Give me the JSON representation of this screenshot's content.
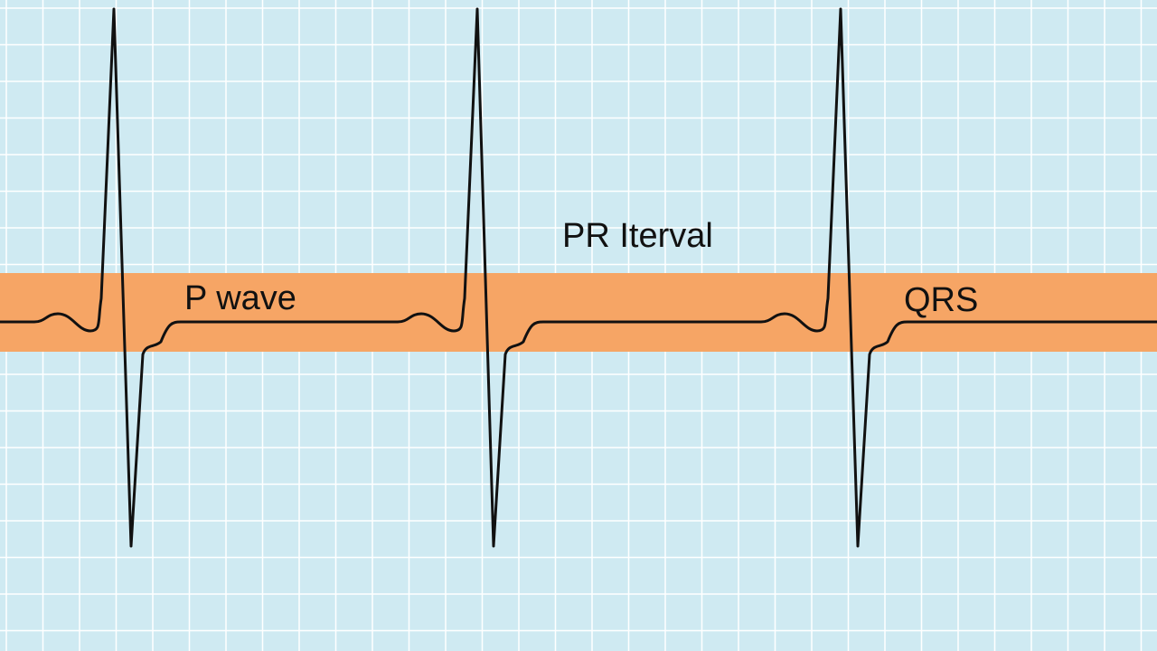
{
  "colors": {
    "background": "#cfeaf2",
    "grid": "#ffffff",
    "band": "#f6a565",
    "trace": "#111111"
  },
  "labels": {
    "p_wave": "P wave",
    "pr_interval": "PR Iterval",
    "qrs": "QRS"
  }
}
